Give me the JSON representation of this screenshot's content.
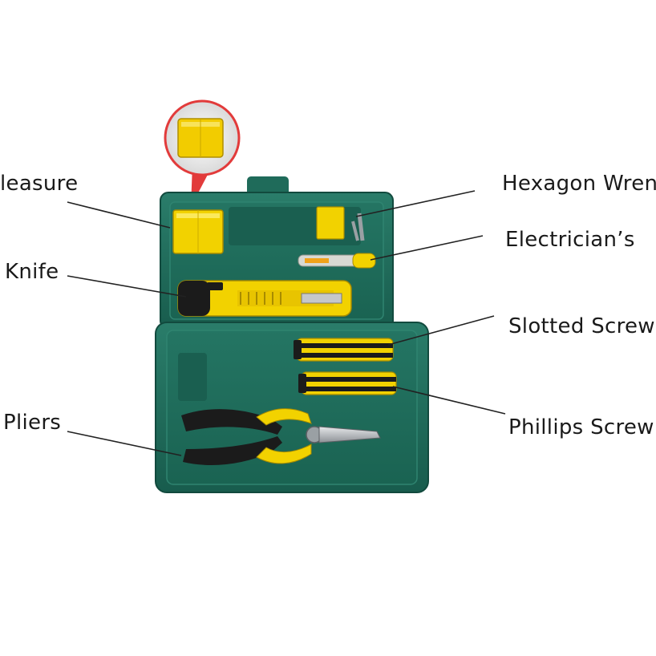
{
  "labels": {
    "measure": "leasure",
    "knife": "Knife",
    "pliers": "Pliers",
    "hexagon_wrench": "Hexagon Wren",
    "electricians": "Electrician’s",
    "slotted_screw": "Slotted Screw",
    "phillips_screw": "Phillips Screw"
  },
  "colors": {
    "case_green": "#1f6f5e",
    "case_dark": "#154f42",
    "tool_yellow": "#f2d200",
    "handle_black": "#1b1b1b",
    "steel": "#b9bcc0",
    "zoom_ring": "#e23b3b"
  }
}
